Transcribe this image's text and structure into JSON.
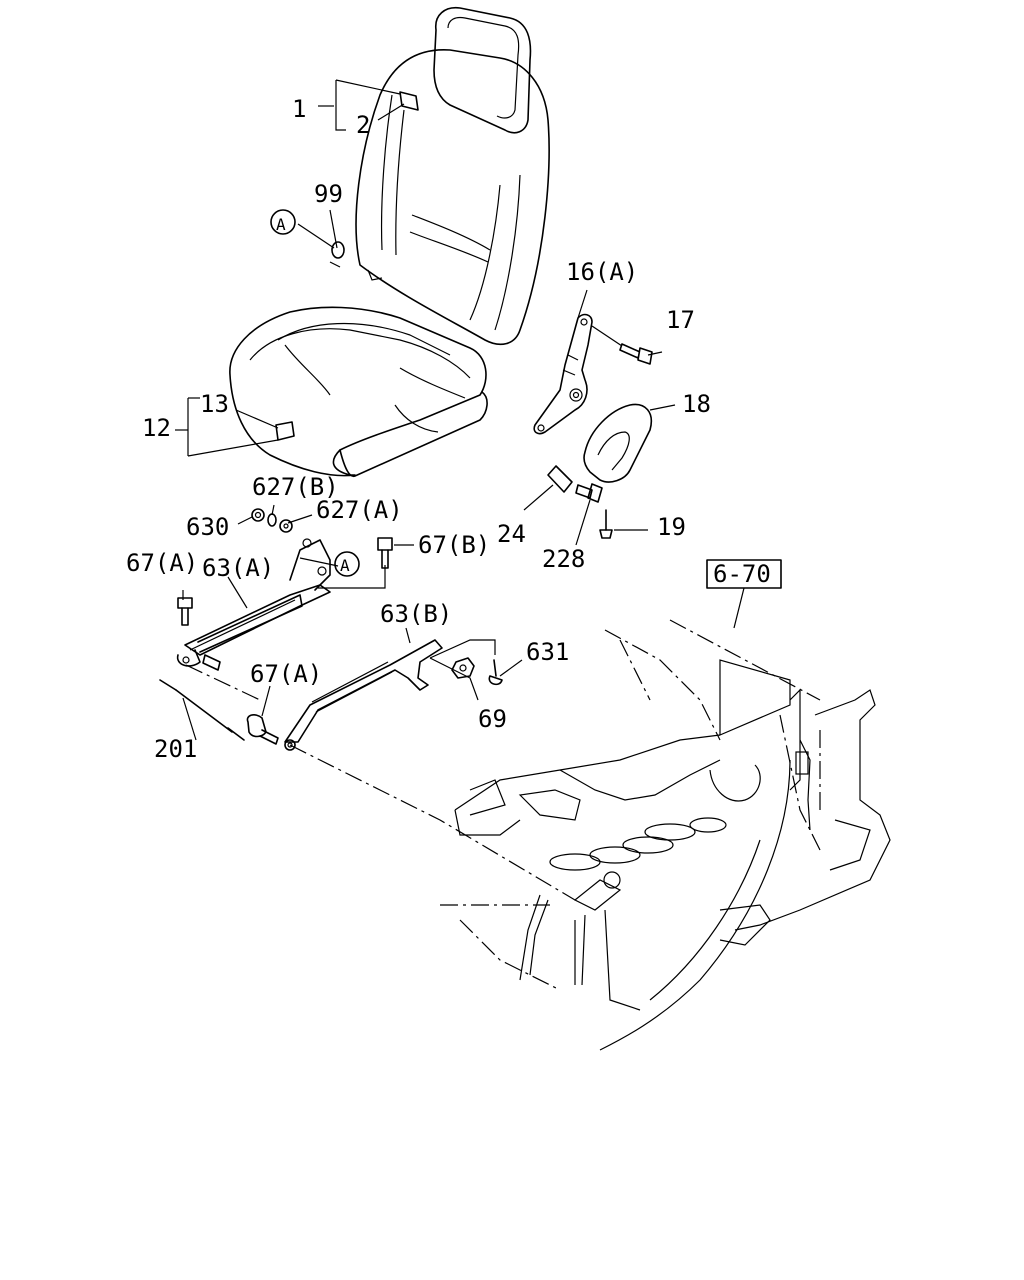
{
  "diagram": {
    "callouts": {
      "p1": "1",
      "p2": "2",
      "p99": "99",
      "markerA1": "A",
      "p16A": "16(A)",
      "p17": "17",
      "p18": "18",
      "p13": "13",
      "p12": "12",
      "p627B": "627(B)",
      "p630": "630",
      "p627A": "627(A)",
      "p24": "24",
      "p19": "19",
      "p228": "228",
      "p67B": "67(B)",
      "p67A_top": "67(A)",
      "p63A": "63(A)",
      "markerA2": "A",
      "ref670": "6-70",
      "p63B": "63(B)",
      "p631": "631",
      "p67A_bottom": "67(A)",
      "p69": "69",
      "p201": "201"
    }
  }
}
